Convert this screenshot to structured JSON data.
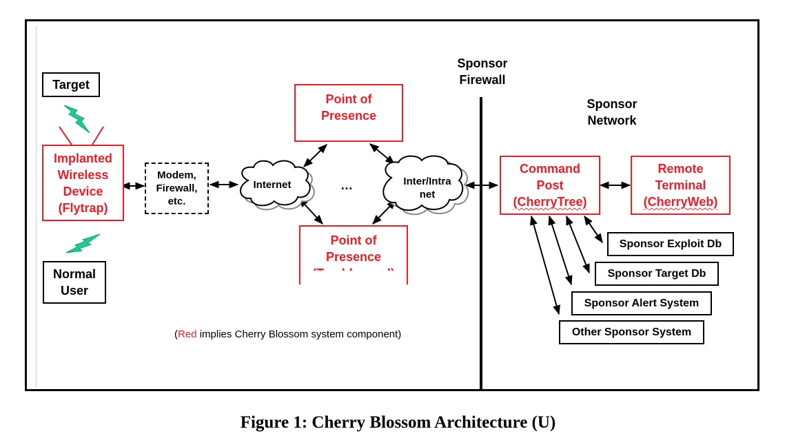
{
  "diagram": {
    "nodes": {
      "target": "Target",
      "normal_user": "Normal\nUser",
      "flytrap": "Implanted\nWireless\nDevice\n(Flytrap)",
      "modem": "Modem,\nFirewall,\netc.",
      "internet": "Internet",
      "ellipsis": "…",
      "intranet": "Inter/Intra\nnet",
      "pop_top": "Point of\nPresence",
      "pop_bottom": "Point of\nPresence",
      "pop_bottom_cut": "(Tumbleweed)",
      "sponsor_firewall": "Sponsor\nFirewall",
      "sponsor_network": "Sponsor\nNetwork",
      "command_post_line1": "Command",
      "command_post_line2": "Post",
      "command_post_line3": "(CherryTree)",
      "remote_terminal_line1": "Remote",
      "remote_terminal_line2": "Terminal",
      "remote_terminal_line3": "(CherryWeb)",
      "exploit_db": "Sponsor Exploit Db",
      "target_db": "Sponsor Target Db",
      "alert_system": "Sponsor Alert System",
      "other_system": "Other Sponsor System"
    },
    "legend": {
      "open": "(",
      "red_word": "Red",
      "rest": " implies Cherry Blossom system component)"
    },
    "colors": {
      "cherry_blossom_component": "#ee1c24",
      "wireless_bolt": "#1fc99a",
      "default": "#000000"
    }
  },
  "caption": "Figure 1: Cherry Blossom Architecture (U)"
}
